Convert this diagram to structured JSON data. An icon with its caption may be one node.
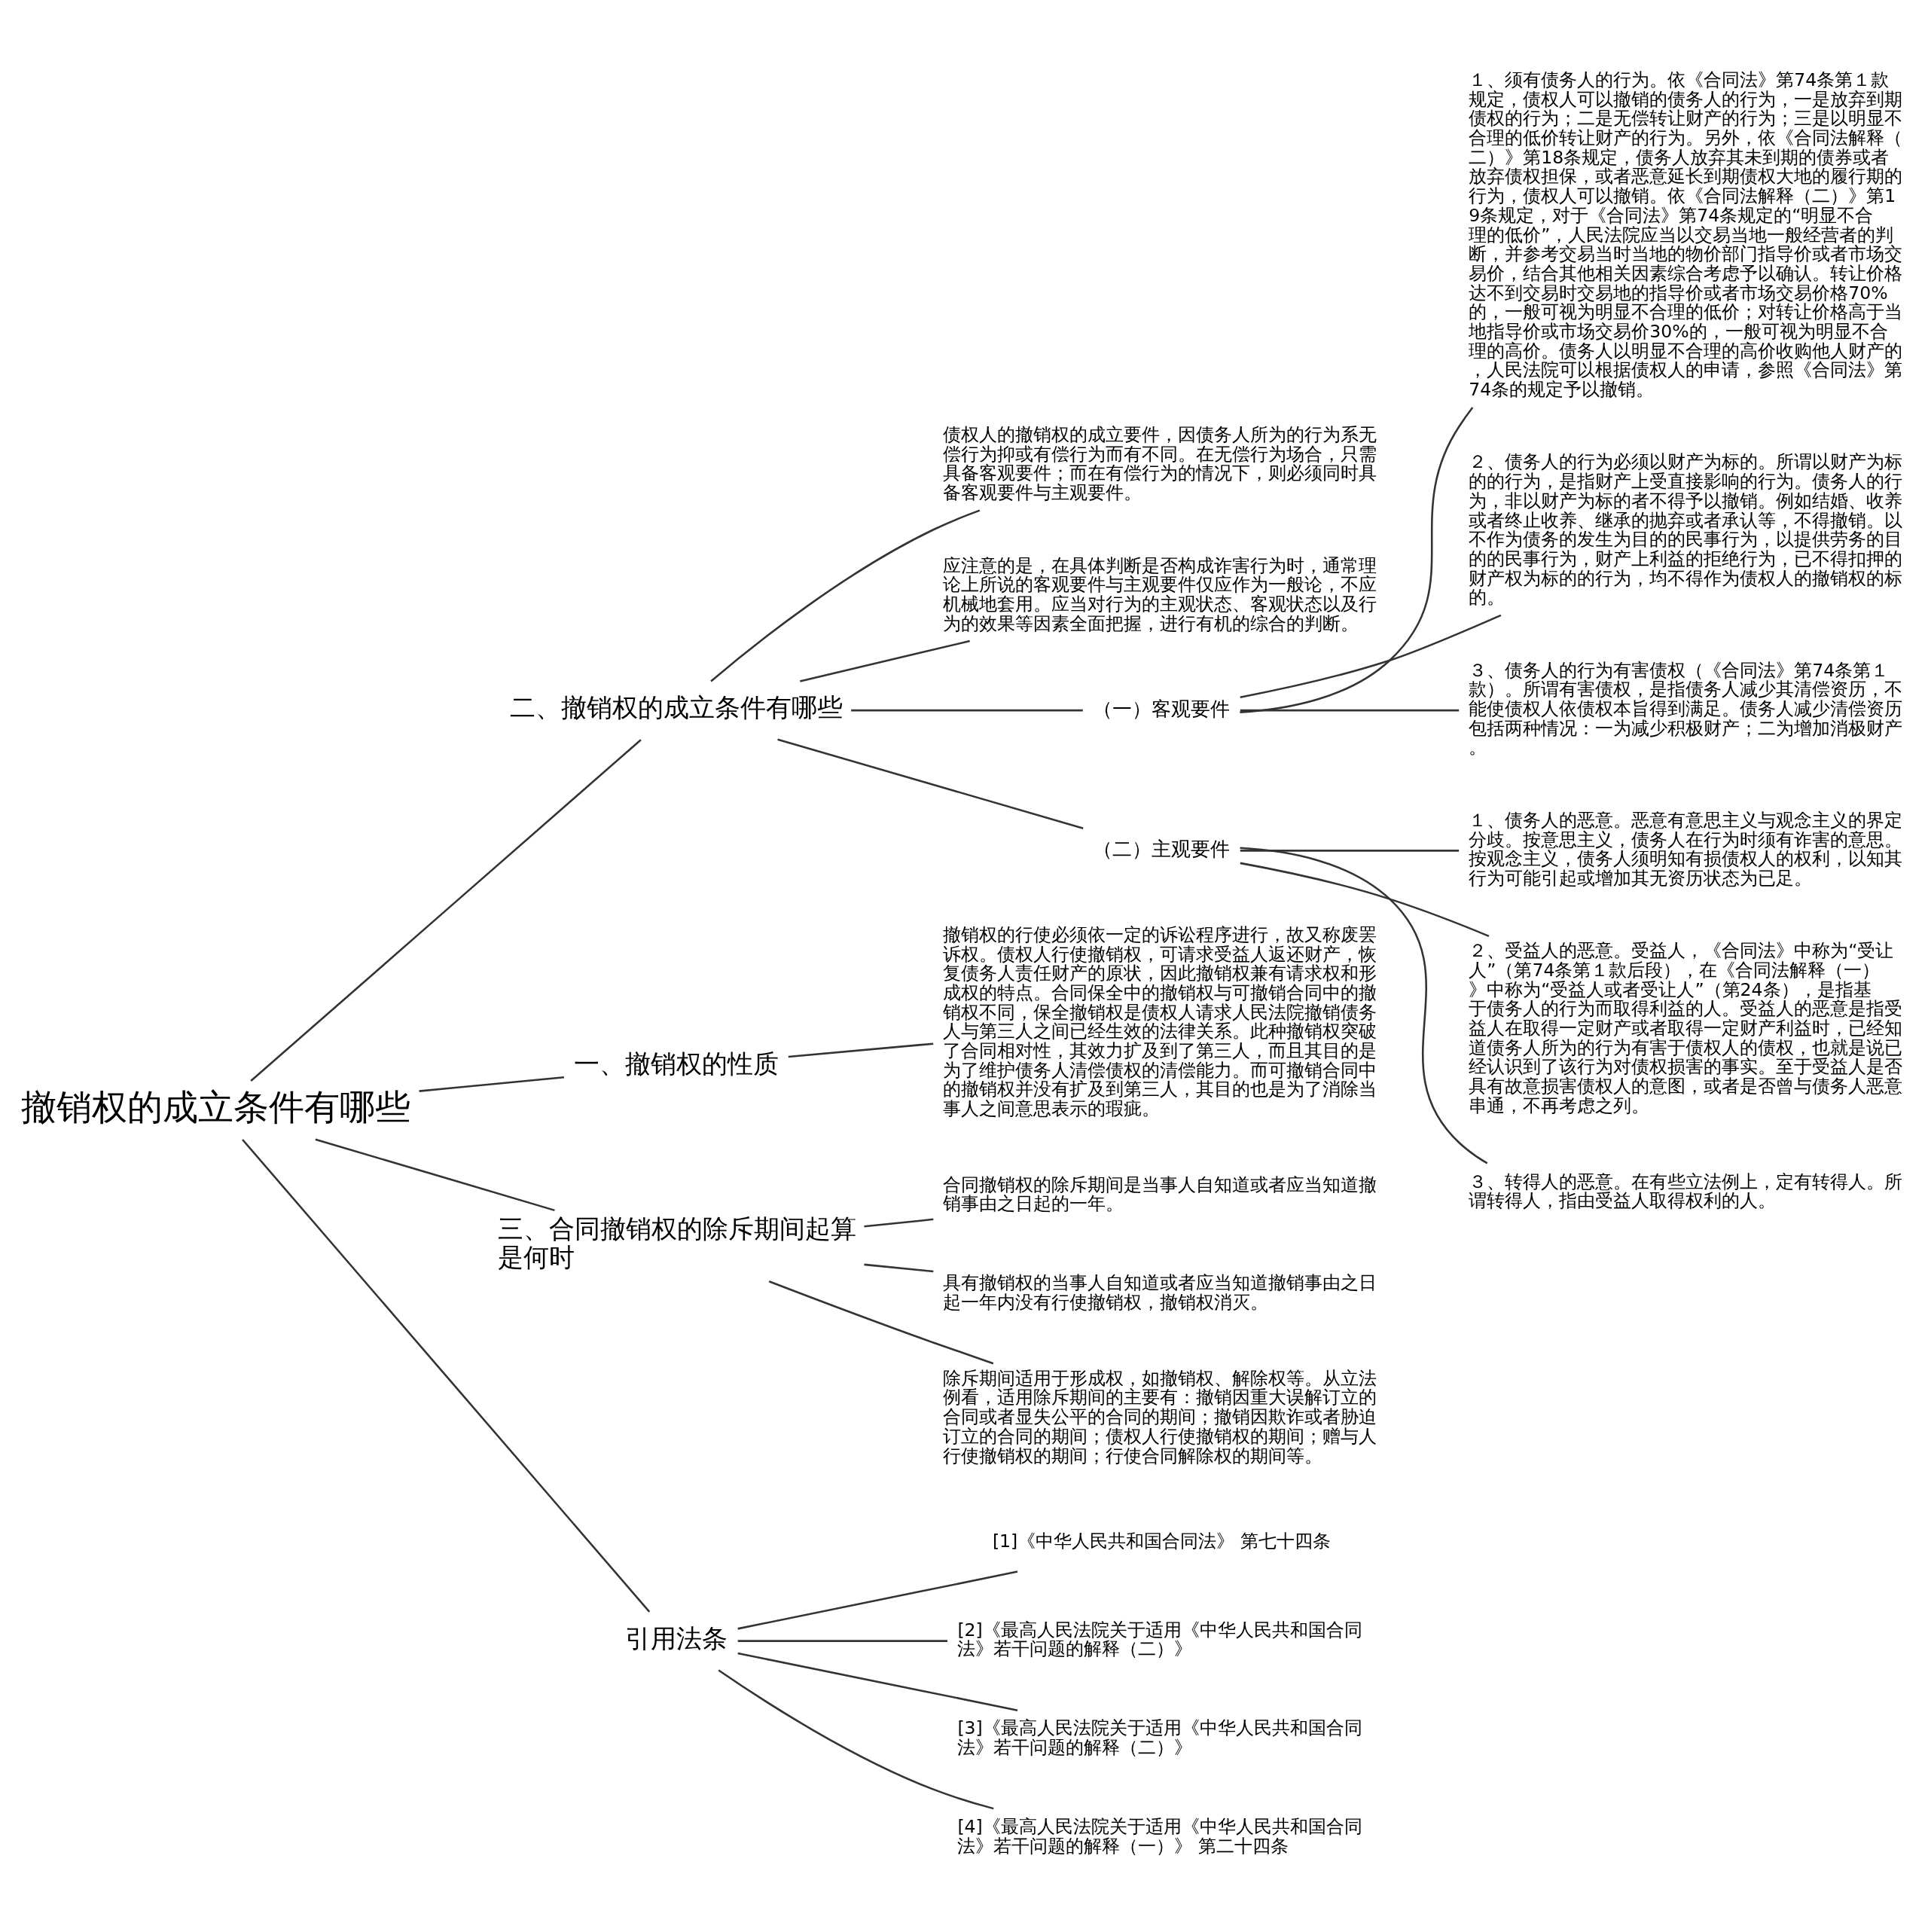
{
  "diagram": {
    "nodes": [
      {
        "text": [
          "撤销权的成立条件有哪些"
        ]
      },
      {
        "text": [
          "二、撤销权的成立条件有哪些"
        ]
      },
      {
        "text": [
          "债权人的撤销权的成立要件，因债务人所为的行为系无偿行为抑或有偿行为而有不同。在无偿行为场合，只需具备客观要件；而在有偿行为的情况下，则必须同时具备客观要件与主观要件。"
        ]
      },
      {
        "text": [
          "应注意的是，在具体判断是否构成诈害行为时，通常理论上所说的客观要件与主观要件仅应作为一般论，不应机械地套用。应当对行为的主观状态、客观状态以及行为的效果等因素全面把握，进行有机的综合的判断。"
        ]
      },
      {
        "text": [
          "（一）客观要件"
        ]
      },
      {
        "text": [
          "１、须有债务人的行为。依《合同法》第74条第１款规定，债权人可以撤销的债务人的行为，一是放弃到期债权的行为；二是无偿转让财产的行为；三是以明显不合理的低价转让财产的行为。另外，依《合同法解释（二）》第18条规定，债务人放弃其未到期的债券或者放弃债权担保，或者恶意延长到期债权大地的履行期的行为，债权人可以撤销。依《合同法解释（二）》第19条规定，对于《合同法》第74条规定的“明显不合理的低价”，人民法院应当以交易当地一般经营者的判断，并参考交易当时当地的物价部门指导价或者市场交易价，结合其他相关因素综合考虑予以确认。转让价格达不到交易时交易地的指导价或者市场交易价格70%的，一般可视为明显不合理的低价；对转让价格高于当地指导价或市场交易价30%的，一般可视为明显不合理的高价。债务人以明显不合理的高价收购他人财产的，人民法院可以根据债权人的申请，参照《合同法》第74条的规定予以撤销。"
        ]
      },
      {
        "text": [
          "２、债务人的行为必须以财产为标的。所谓以财产为标的的行为，是指财产上受直接影响的行为。债务人的行为，非以财产为标的者不得予以撤销。例如结婚、收养或者终止收养、继承的抛弃或者承认等，不得撤销。以不作为债务的发生为目的的民事行为，以提供劳务的目的的民事行为，财产上利益的拒绝行为，已不得扣押的财产权为标的的行为，均不得作为债权人的撤销权的标的。"
        ]
      },
      {
        "text": [
          "３、债务人的行为有害债权（《合同法》第74条第１款）。所谓有害债权，是指债务人减少其清偿资历，不能使债权人依债权本旨得到满足。债务人减少清偿资历包括两种情况：一为减少积极财产；二为增加消极财产。"
        ]
      },
      {
        "text": [
          "（二）主观要件"
        ]
      },
      {
        "text": [
          "１、债务人的恶意。恶意有意思主义与观念主义的界定分歧。按意思主义，债务人在行为时须有诈害的意思。按观念主义，债务人须明知有损债权人的权利，以知其行为可能引起或增加其无资历状态为已足。"
        ]
      },
      {
        "text": [
          "２、受益人的恶意。受益人，《合同法》中称为“受让人”（第74条第１款后段），在《合同法解释（一）》中称为“受益人或者受让人”（第24条），是指基于债务人的行为而取得利益的人。受益人的恶意是指受益人在取得一定财产或者取得一定财产利益时，已经知道债务人所为的行为有害于债权人的债权，也就是说已经认识到了该行为对债权损害的事实。至于受益人是否具有故意损害债权人的意图，或者是否曾与债务人恶意串通，不再考虑之列。"
        ]
      },
      {
        "text": [
          "３、转得人的恶意。在有些立法例上，定有转得人。所谓转得人，指由受益人取得权利的人。"
        ]
      },
      {
        "text": [
          "一、撤销权的性质"
        ]
      },
      {
        "text": [
          "撤销权的行使必须依一定的诉讼程序进行，故又称废罢诉权。债权人行使撤销权，可请求受益人返还财产，恢复债务人责任财产的原状，因此撤销权兼有请求权和形成权的特点。合同保全中的撤销权与可撤销合同中的撤销权不同，保全撤销权是债权人请求人民法院撤销债务人与第三人之间已经生效的法律关系。此种撤销权突破了合同相对性，其效力扩及到了第三人，而且其目的是为了维护债务人清偿债权的清偿能力。而可撤销合同中的撤销权并没有扩及到第三人，其目的也是为了消除当事人之间意思表示的瑕疵。"
        ]
      },
      {
        "text": [
          "三、合同撤销权的除斥期间起算是何时"
        ]
      },
      {
        "text": [
          "合同撤销权的除斥期间是当事人自知道或者应当知道撤销事由之日起的一年。"
        ]
      },
      {
        "text": [
          "具有撤销权的当事人自知道或者应当知道撤销事由之日起一年内没有行使撤销权，撤销权消灭。"
        ]
      },
      {
        "text": [
          "除斥期间适用于形成权，如撤销权、解除权等。从立法例看，适用除斥期间的主要有：撤销因重大误解订立的合同或者显失公平的合同的期间；撤销因欺诈或者胁迫订立的合同的期间；债权人行使撤销权的期间；赠与人行使撤销权的期间；行使合同解除权的期间等。"
        ]
      },
      {
        "text": [
          "引用法条"
        ]
      },
      {
        "text": [
          "[1]《中华人民共和国合同法》 第七十四条"
        ]
      },
      {
        "text": [
          "[2]《最高人民法院关于适用《中华人民共和国合同法》若干问题的解释（二）》"
        ]
      },
      {
        "text": [
          "[3]《最高人民法院关于适用《中华人民共和国合同法》若干问题的解释（二）》"
        ]
      },
      {
        "text": [
          "[4]《最高人民法院关于适用《中华人民共和国合同法》若干问题的解释（一）》 第二十四条"
        ]
      }
    ],
    "edges": [
      {
        "from": 0,
        "to": 1,
        "arrow": "none"
      },
      {
        "from": 1,
        "to": 2,
        "arrow": "none"
      },
      {
        "from": 1,
        "to": 3,
        "arrow": "none"
      },
      {
        "from": 1,
        "to": 4,
        "arrow": "none"
      },
      {
        "from": 4,
        "to": 5,
        "arrow": "none"
      },
      {
        "from": 4,
        "to": 6,
        "arrow": "none"
      },
      {
        "from": 4,
        "to": 7,
        "arrow": "none"
      },
      {
        "from": 1,
        "to": 8,
        "arrow": "none"
      },
      {
        "from": 8,
        "to": 9,
        "arrow": "none"
      },
      {
        "from": 8,
        "to": 10,
        "arrow": "none"
      },
      {
        "from": 8,
        "to": 11,
        "arrow": "none"
      },
      {
        "from": 0,
        "to": 12,
        "arrow": "none"
      },
      {
        "from": 12,
        "to": 13,
        "arrow": "none"
      },
      {
        "from": 0,
        "to": 14,
        "arrow": "none"
      },
      {
        "from": 14,
        "to": 15,
        "arrow": "none"
      },
      {
        "from": 14,
        "to": 16,
        "arrow": "none"
      },
      {
        "from": 14,
        "to": 17,
        "arrow": "none"
      },
      {
        "from": 0,
        "to": 18,
        "arrow": "none"
      },
      {
        "from": 18,
        "to": 19,
        "arrow": "none"
      },
      {
        "from": 18,
        "to": 20,
        "arrow": "none"
      },
      {
        "from": 18,
        "to": 21,
        "arrow": "none"
      },
      {
        "from": 18,
        "to": 22,
        "arrow": "none"
      }
    ]
  }
}
